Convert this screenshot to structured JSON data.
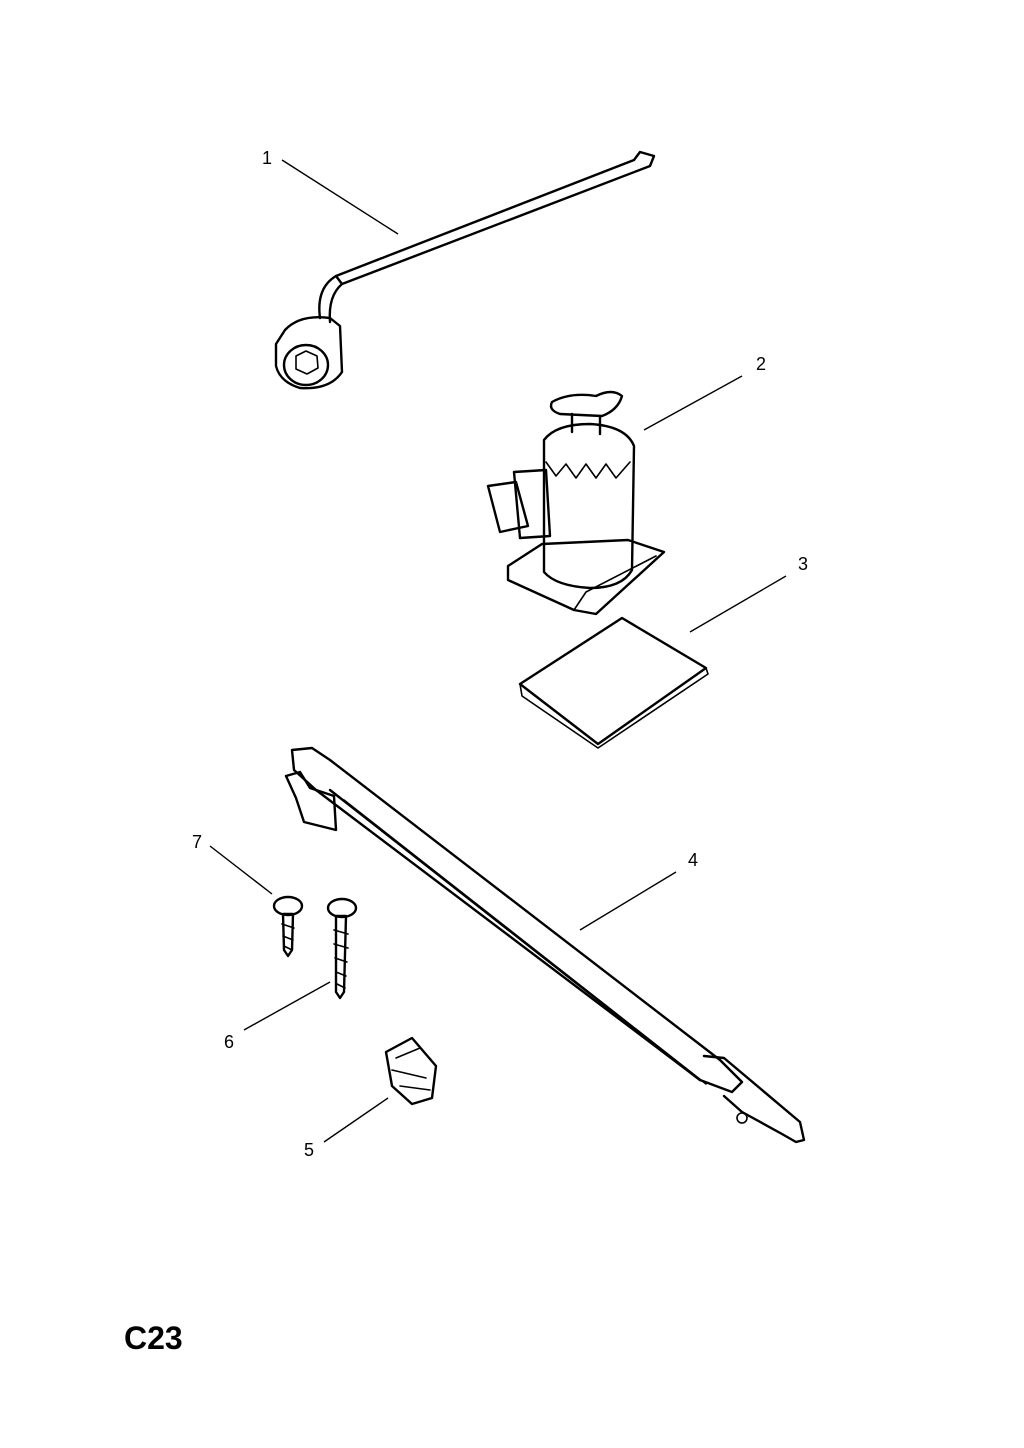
{
  "sheet_code": "C23",
  "callouts": [
    {
      "number": "1",
      "part_icon": "wheel-brace-icon"
    },
    {
      "number": "2",
      "part_icon": "jack-icon"
    },
    {
      "number": "3",
      "part_icon": "jack-base-plate-icon"
    },
    {
      "number": "4",
      "part_icon": "towing-bar-icon"
    },
    {
      "number": "5",
      "part_icon": "clip-icon"
    },
    {
      "number": "6",
      "part_icon": "long-screw-icon"
    },
    {
      "number": "7",
      "part_icon": "short-screw-icon"
    }
  ]
}
